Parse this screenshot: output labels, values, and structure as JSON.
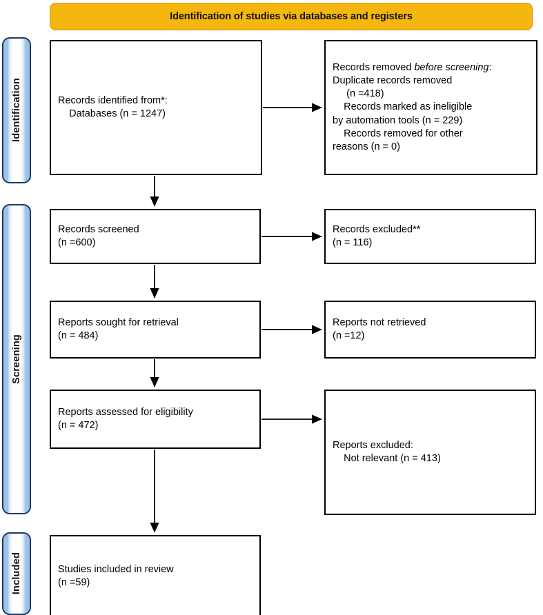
{
  "banner": {
    "title": "Identification of studies via databases and registers"
  },
  "stages": [
    {
      "id": "identification",
      "label": "Identification"
    },
    {
      "id": "screening",
      "label": "Screening"
    },
    {
      "id": "included",
      "label": "Included"
    }
  ],
  "boxes": {
    "identified": {
      "line1": "Records identified from*:",
      "line2": "    Databases (n = 1247)",
      "text": "Records identified from*:\n    Databases (n = 1247)"
    },
    "removed": {
      "heading_prefix": "Records removed ",
      "heading_italic": "before screening",
      "heading_suffix": ":",
      "items": [
        "    Duplicate records removed",
        "    (n =418)",
        "    Records marked as ineligible",
        "    by automation tools (n = 229)",
        "    Records removed for other",
        "    reasons (n = 0)"
      ],
      "text": "    Duplicate records removed\n     (n =418)\n    Records marked as ineligible\nby automation tools (n = 229)\n    Records removed for other\nreasons (n = 0)"
    },
    "screened": {
      "text": "Records screened\n(n =600)"
    },
    "excluded1": {
      "text": "Records excluded**\n(n = 116)"
    },
    "sought": {
      "text": "Reports sought for retrieval\n(n = 484)"
    },
    "not_retrieved": {
      "text": "Reports not retrieved\n(n =12)"
    },
    "assessed": {
      "text": "Reports assessed for eligibility\n(n = 472)"
    },
    "excluded2": {
      "text": "Reports excluded:\n    Not relevant (n = 413)"
    },
    "included": {
      "text": "Studies included in review\n(n =59)"
    }
  },
  "colors": {
    "banner_fill": "#F5B70F",
    "banner_border": "#D98B07",
    "stage_blue": "#9DC3E6",
    "stage_border": "#1F3864",
    "box_border": "#000000",
    "connector": "#000000"
  },
  "chart_data": {
    "type": "diagram",
    "title": "PRISMA 2020 flow diagram",
    "nodes": [
      {
        "id": "identified",
        "stage": "Identification",
        "label": "Records identified from*: Databases",
        "n": 1247
      },
      {
        "id": "removed",
        "stage": "Identification",
        "label": "Records removed before screening",
        "duplicates_removed": 418,
        "marked_ineligible_by_automation": 229,
        "removed_other_reasons": 0
      },
      {
        "id": "screened",
        "stage": "Screening",
        "label": "Records screened",
        "n": 600
      },
      {
        "id": "excluded1",
        "stage": "Screening",
        "label": "Records excluded**",
        "n": 116
      },
      {
        "id": "sought",
        "stage": "Screening",
        "label": "Reports sought for retrieval",
        "n": 484
      },
      {
        "id": "not_retrieved",
        "stage": "Screening",
        "label": "Reports not retrieved",
        "n": 12
      },
      {
        "id": "assessed",
        "stage": "Screening",
        "label": "Reports assessed for eligibility",
        "n": 472
      },
      {
        "id": "excluded2",
        "stage": "Screening",
        "label": "Reports excluded: Not relevant",
        "n": 413
      },
      {
        "id": "included",
        "stage": "Included",
        "label": "Studies included in review",
        "n": 59
      }
    ],
    "edges": [
      {
        "from": "identified",
        "to": "removed",
        "direction": "right"
      },
      {
        "from": "identified",
        "to": "screened",
        "direction": "down"
      },
      {
        "from": "screened",
        "to": "excluded1",
        "direction": "right"
      },
      {
        "from": "screened",
        "to": "sought",
        "direction": "down"
      },
      {
        "from": "sought",
        "to": "not_retrieved",
        "direction": "right"
      },
      {
        "from": "sought",
        "to": "assessed",
        "direction": "down"
      },
      {
        "from": "assessed",
        "to": "excluded2",
        "direction": "right"
      },
      {
        "from": "assessed",
        "to": "included",
        "direction": "down"
      }
    ]
  }
}
